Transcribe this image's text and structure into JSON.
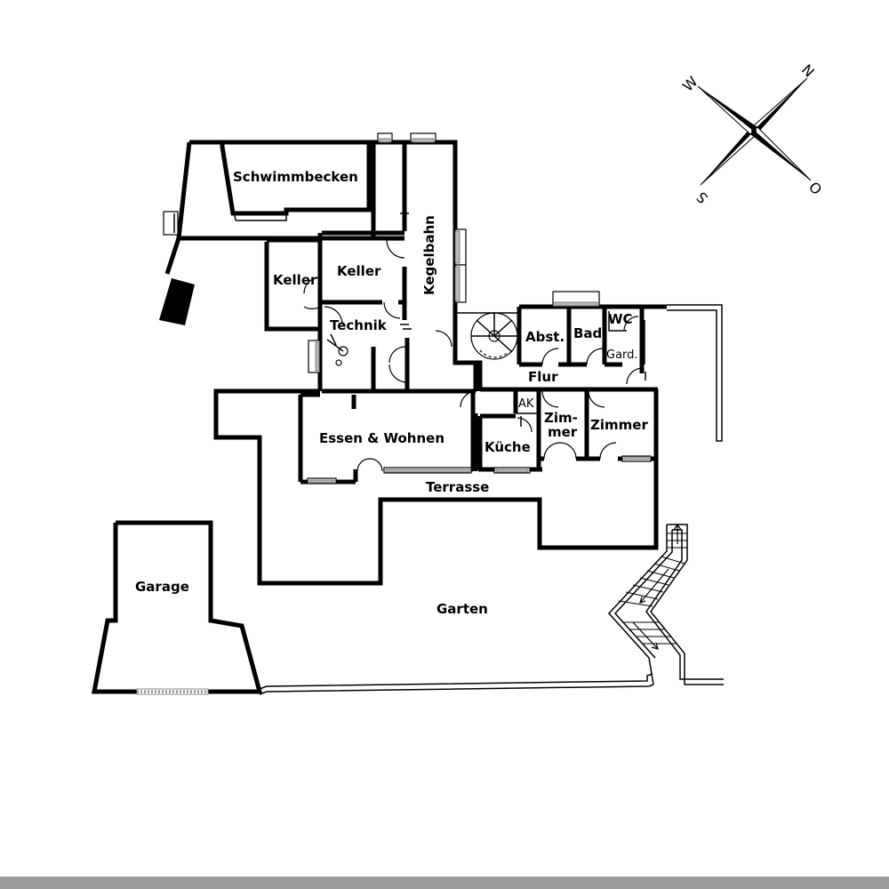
{
  "rooms": {
    "schwimmbecken": "Schwimmbecken",
    "kegelbahn": "Kegelbahn",
    "keller_1": "Keller",
    "keller_2": "Keller",
    "technik": "Technik",
    "abst": "Abst.",
    "bad": "Bad",
    "wc": "WC",
    "gard": "Gard.",
    "flur": "Flur",
    "ak": "AK",
    "zimmer_1_line1": "Zim-",
    "zimmer_1_line2": "mer",
    "zimmer_2": "Zimmer",
    "essen_wohnen": "Essen & Wohnen",
    "kueche": "Küche",
    "terrasse": "Terrasse",
    "garage": "Garage",
    "garten": "Garten"
  },
  "compass": {
    "north": "N",
    "east": "O",
    "south": "S",
    "west": "W"
  }
}
